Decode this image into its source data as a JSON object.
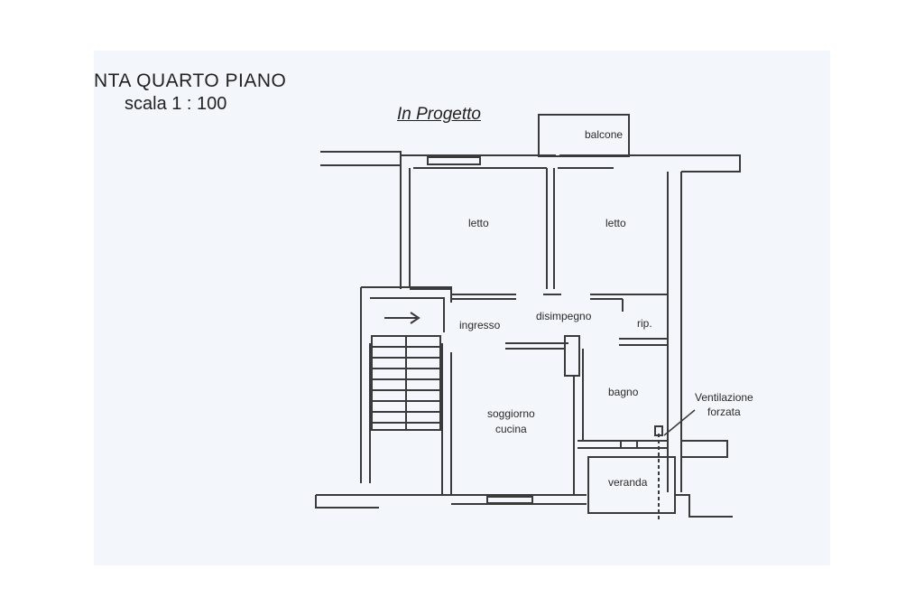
{
  "header": {
    "title": "NTA QUARTO PIANO",
    "scale": "scala 1 : 100",
    "subtitle": "In Progetto"
  },
  "rooms": {
    "balcone": "balcone",
    "letto_left": "letto",
    "letto_right": "letto",
    "ingresso": "ingresso",
    "disimpegno": "disimpegno",
    "rip": "rip.",
    "bagno": "bagno",
    "soggiorno": "soggiorno",
    "cucina": "cucina",
    "veranda": "veranda"
  },
  "annotation": {
    "line1": "Ventilazione",
    "line2": "forzata"
  },
  "colors": {
    "wall": "#3a3a3a",
    "paper": "#f3f6fa",
    "text": "#222222"
  }
}
